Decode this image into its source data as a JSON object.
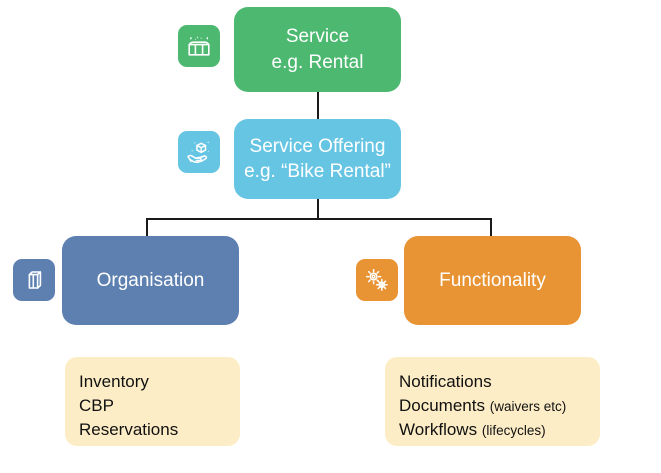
{
  "diagram": {
    "title": "Service hierarchy diagram",
    "colors": {
      "service_green": "#4CB870",
      "offering_blue": "#67C5E4",
      "organisation_slate": "#5E80B0",
      "functionality_orange": "#E89434",
      "note_yellow": "#FCEDC6",
      "connector_black": "#1A1A1A",
      "background": "#FFFFFF"
    },
    "nodes": {
      "service": {
        "line1": "Service",
        "line2": "e.g. Rental",
        "icon": "gift-box-sparkle-icon"
      },
      "offering": {
        "line1": "Service Offering",
        "line2": "e.g. “Bike Rental”",
        "icon": "hand-holding-cube-icon"
      },
      "organisation": {
        "line1": "Organisation",
        "icon": "cube-outline-icon"
      },
      "functionality": {
        "line1": "Functionality",
        "icon": "two-gears-icon"
      }
    },
    "notes": {
      "organisation_note": {
        "lines": [
          {
            "main": "Inventory",
            "sub": ""
          },
          {
            "main": "CBP",
            "sub": ""
          },
          {
            "main": "Reservations",
            "sub": ""
          }
        ]
      },
      "functionality_note": {
        "lines": [
          {
            "main": "Notifications",
            "sub": ""
          },
          {
            "main": "Documents",
            "sub": "(waivers etc)"
          },
          {
            "main": "Workflows",
            "sub": "(lifecycles)"
          }
        ]
      }
    }
  }
}
